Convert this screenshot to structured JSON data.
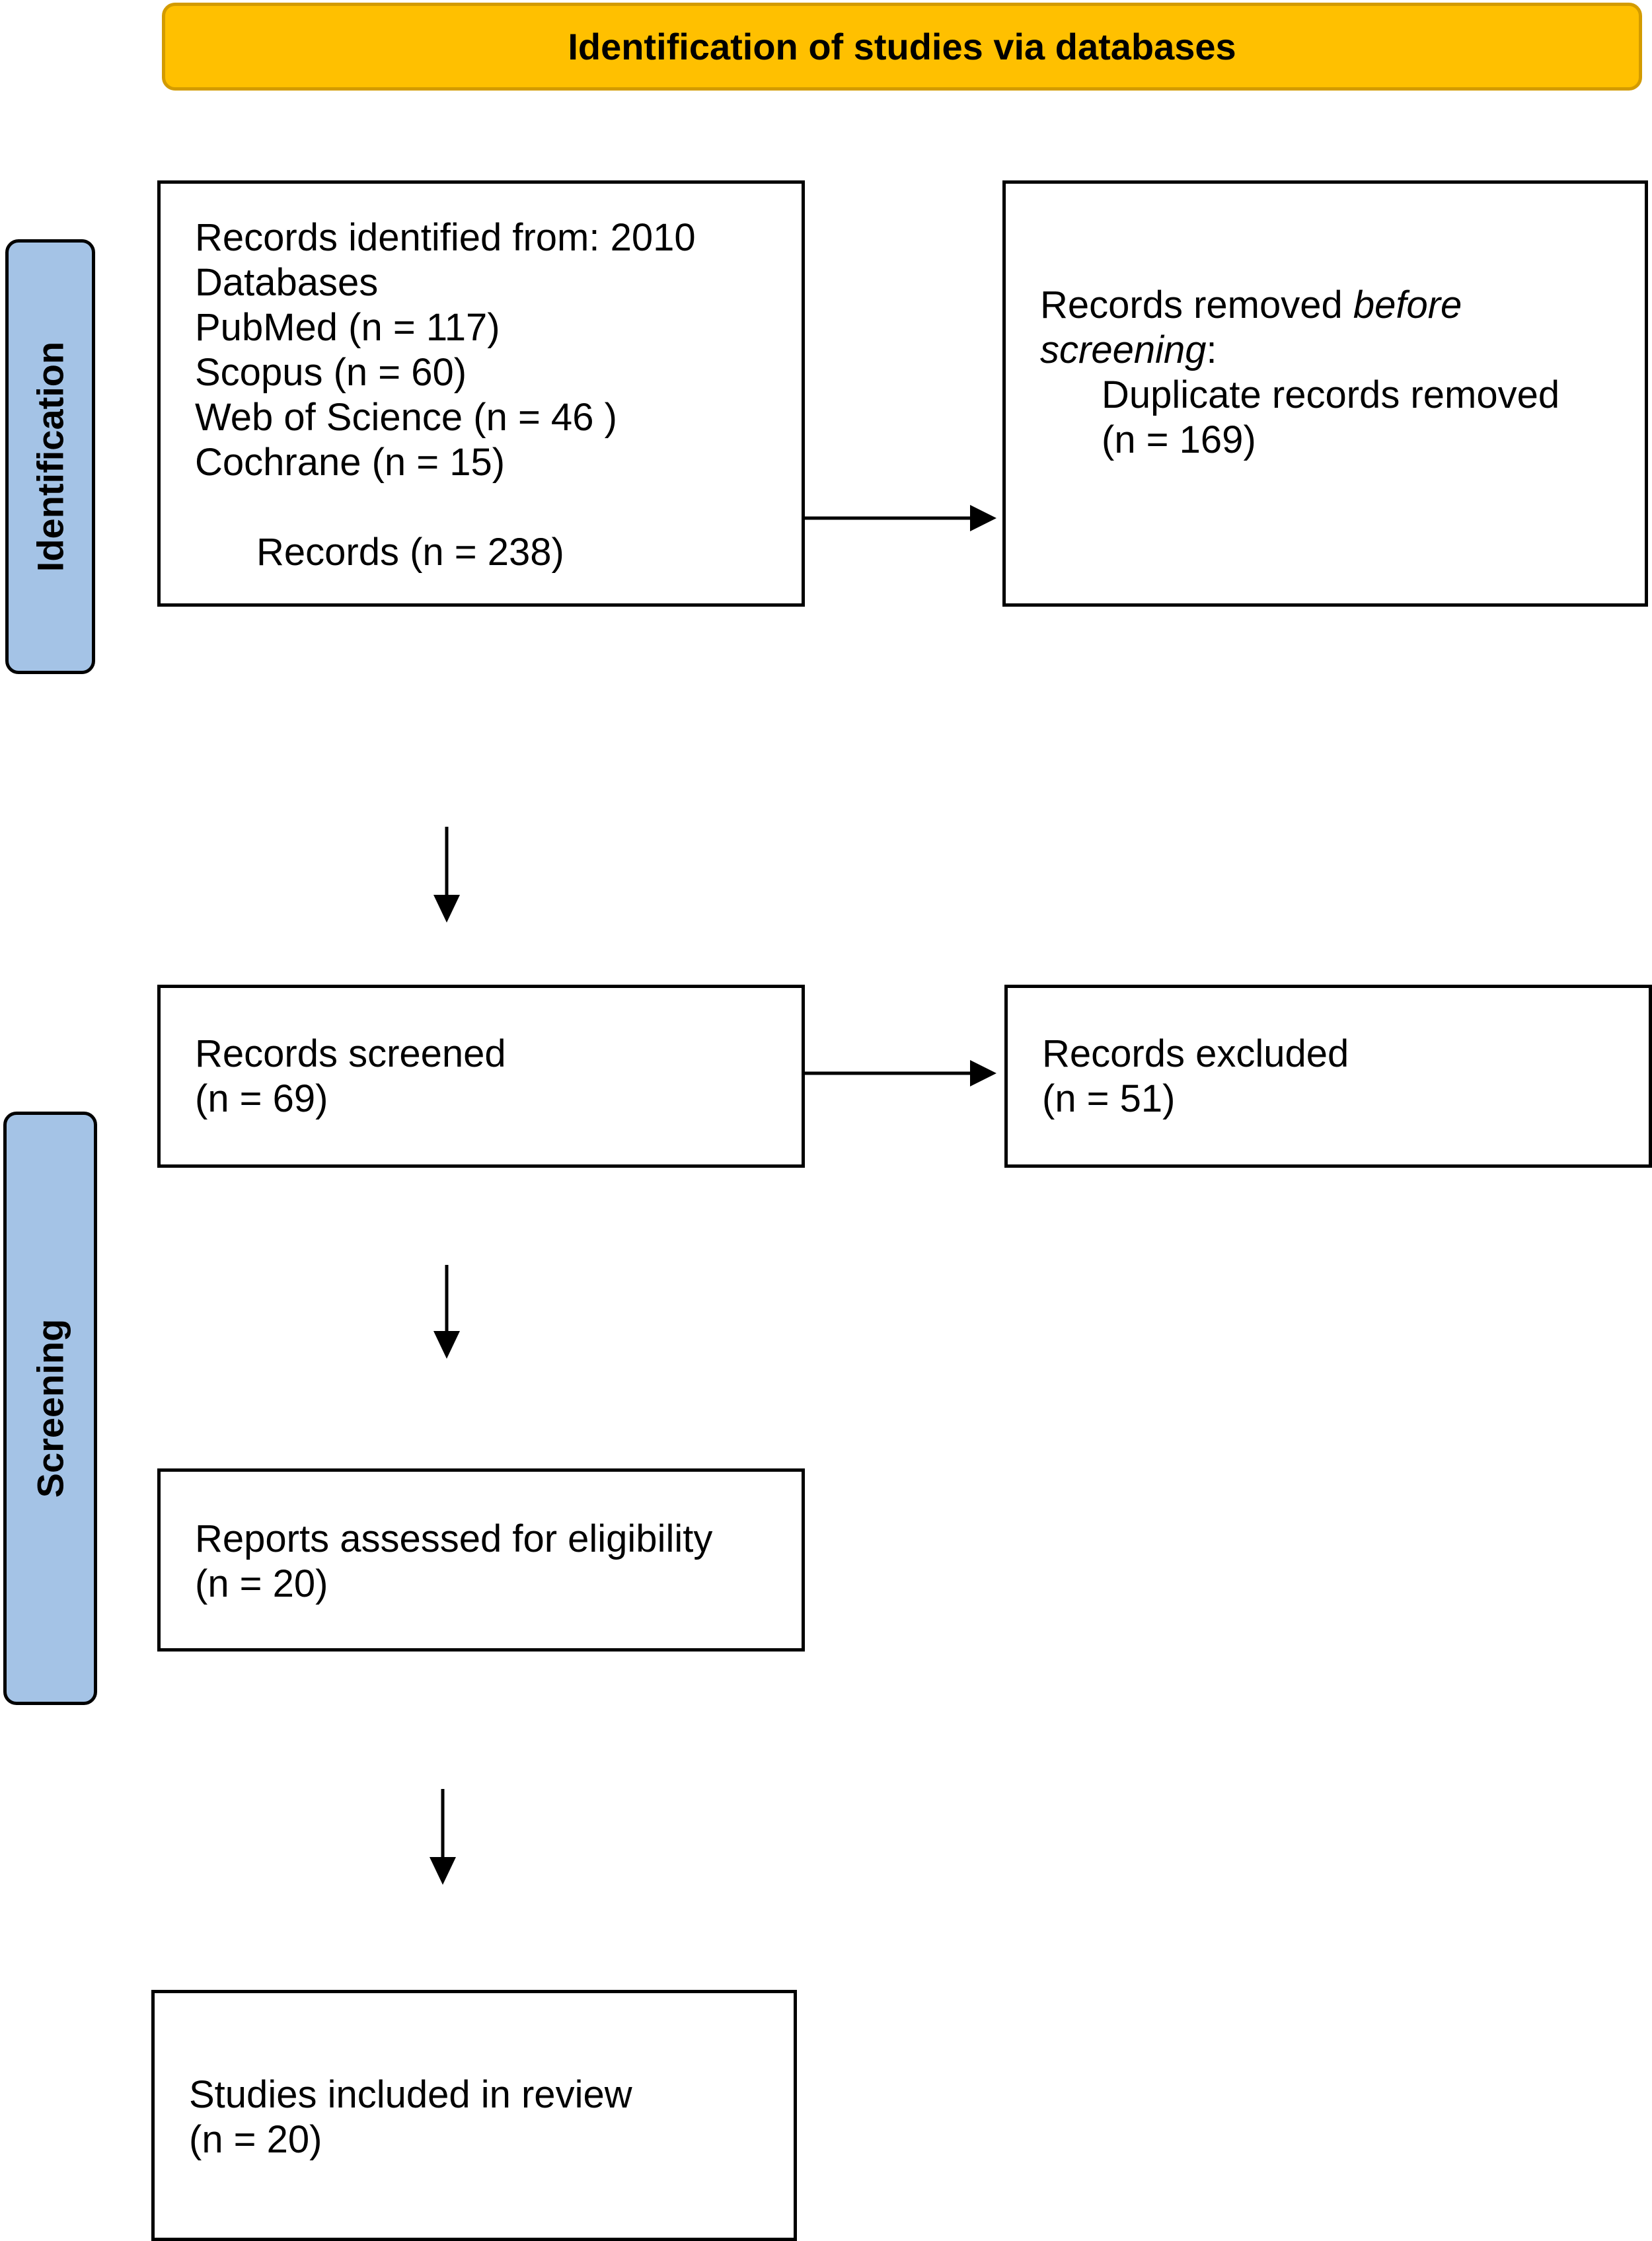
{
  "colors": {
    "header_fill": "#ffc000",
    "side_label_fill": "#a4c3e6",
    "box_border": "#000000"
  },
  "header": {
    "title": "Identification of studies via databases"
  },
  "side_labels": {
    "identification": "Identification",
    "screening": "Screening"
  },
  "boxes": {
    "identified": {
      "line1": "Records identified from: 2010",
      "line2": "Databases",
      "pubmed": "PubMed (n = 117)",
      "scopus": "Scopus (n = 60)",
      "wos": "Web of Science (n = 46 )",
      "cochrane": "Cochrane (n = 15)",
      "records": "Records (n = 238)"
    },
    "removed": {
      "prefix": "Records removed ",
      "italic": "before",
      "italic2": "screening",
      "suffix": ":",
      "sub1": "Duplicate records removed",
      "sub2": "(n = 169)"
    },
    "screened": {
      "label": "Records screened",
      "count": "(n = 69)"
    },
    "excluded": {
      "label": "Records excluded",
      "count": "(n = 51)"
    },
    "assessed": {
      "label": "Reports assessed for eligibility",
      "count": "(n = 20)"
    },
    "included": {
      "label": "Studies included in review",
      "count": "(n = 20)"
    }
  }
}
